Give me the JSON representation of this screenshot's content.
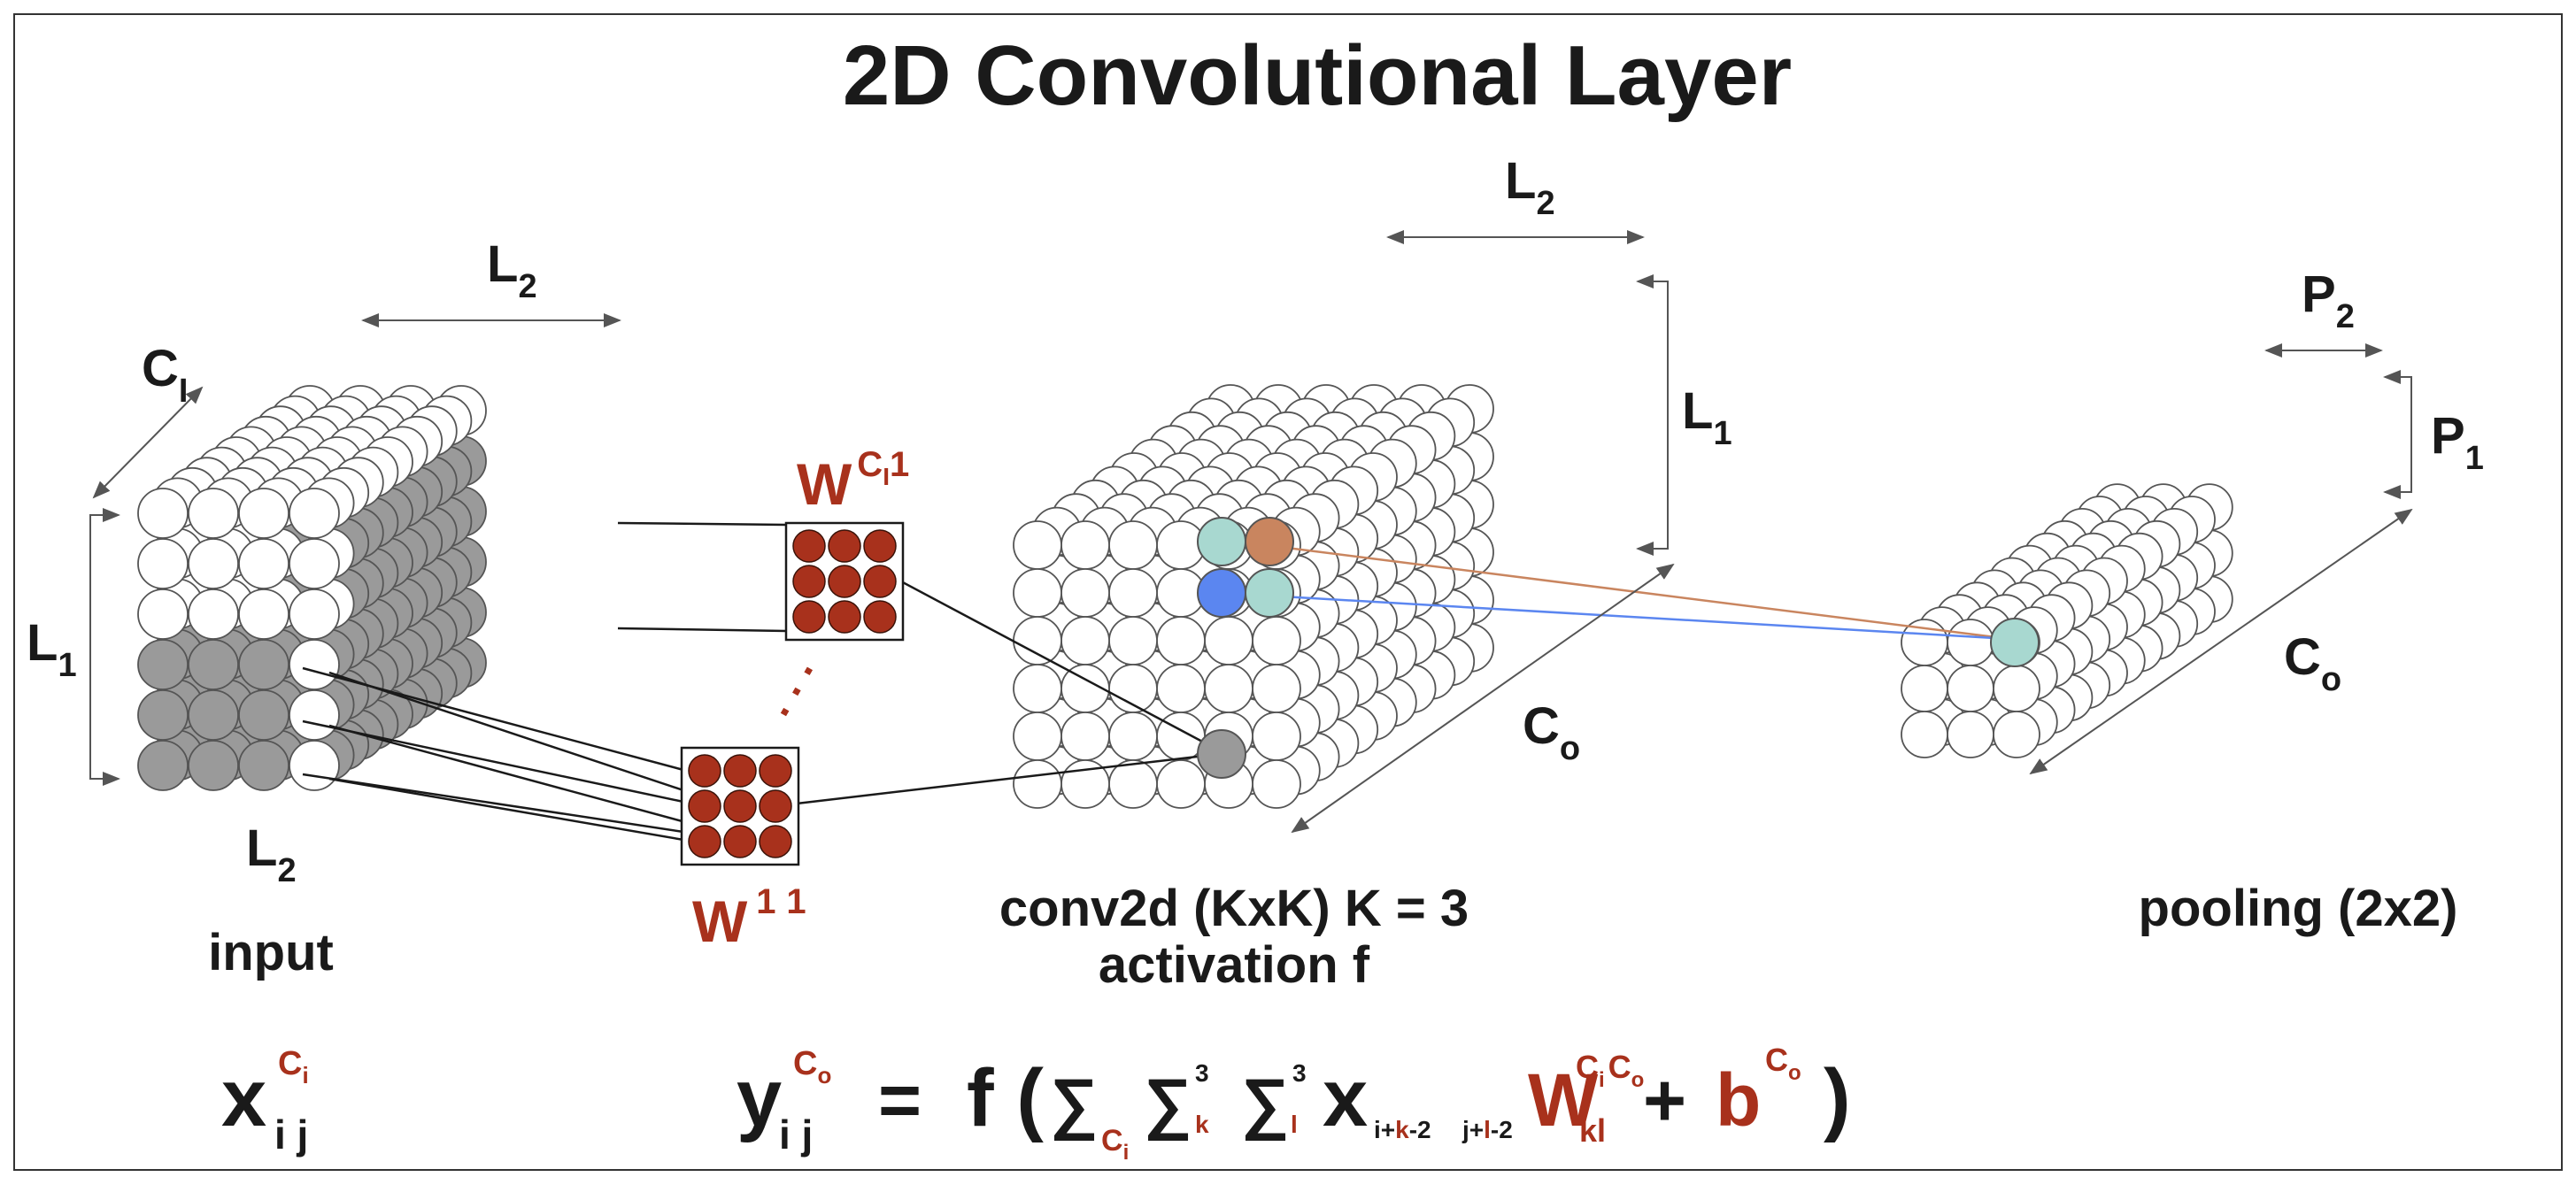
{
  "title": "2D Convolutional Layer",
  "colors": {
    "ink": "#1a1a1a",
    "weight": "#a8311c",
    "gray_circle": "#9a9a9a",
    "teal_circle": "#a8d8d0",
    "orange_circle": "#c9855f",
    "blue_circle": "#5b86f0",
    "orange_line": "#c9855f",
    "blue_line": "#5b86f0"
  },
  "input": {
    "caption": "input",
    "dim_channels": {
      "main": "C",
      "sub": "I"
    },
    "dim_rows": {
      "main": "L",
      "sub": "1"
    },
    "dim_cols_top": {
      "main": "L",
      "sub": "2"
    },
    "dim_cols_bottom": {
      "main": "L",
      "sub": "2"
    }
  },
  "weights": {
    "top": {
      "main": "W",
      "sup1": "C",
      "sup_sub": "I",
      "sup2": "1"
    },
    "bottom": {
      "main": "W",
      "sup1": "1",
      "sup2": "1"
    },
    "ellipsis": ". . ."
  },
  "conv": {
    "caption_line1": "conv2d (KxK) K = 3",
    "caption_line2": "activation f",
    "dim_cols": {
      "main": "L",
      "sub": "2"
    },
    "dim_rows": {
      "main": "L",
      "sub": "1"
    },
    "dim_channels": {
      "main": "C",
      "sub": "o"
    }
  },
  "pool": {
    "caption": "pooling (2x2)",
    "dim_cols": {
      "main": "P",
      "sub": "2"
    },
    "dim_rows": {
      "main": "P",
      "sub": "1"
    },
    "dim_channels": {
      "main": "C",
      "sub": "o"
    }
  },
  "formula": {
    "x_lhs": {
      "main": "x",
      "sub": "i j",
      "sup": "C",
      "sup_sub": "i"
    },
    "y": {
      "main": "y",
      "sub": "i j",
      "sup": "C",
      "sup_sub": "o"
    },
    "equals": "=",
    "f_open": "f (",
    "sum_symbol": "∑",
    "sum1_sub": "C",
    "sum1_sub_sub": "i",
    "sum2_sup": "3",
    "sum2_sub": "k",
    "sum3_sup": "3",
    "sum3_sub": "l",
    "x_main": "x",
    "x_idx1_pre": "i+",
    "x_idx1_k": "k",
    "x_idx1_post": "-2",
    "x_idx2_pre": "j+",
    "x_idx2_l": "l",
    "x_idx2_post": "-2",
    "w_main": "W",
    "w_sub": "kl",
    "w_sup_c": "C",
    "w_sup_i": "i",
    "w_sup_c2": "C",
    "w_sup_o": "o",
    "plus": "+",
    "b_main": "b",
    "b_sup": "C",
    "b_sup_sub": "o",
    "close": ")"
  }
}
